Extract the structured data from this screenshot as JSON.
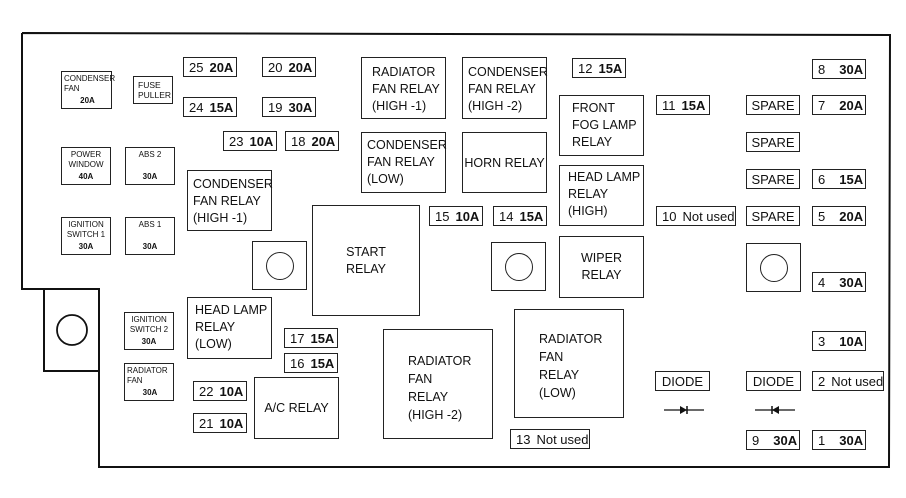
{
  "diagram": {
    "title": "Engine Compartment Fuse/Relay Box",
    "small_components": [
      {
        "id": "condenser-fan",
        "lines": [
          "CONDENSER",
          "FAN"
        ],
        "rating": "20A"
      },
      {
        "id": "fuse-puller",
        "lines": [
          "FUSE",
          "PULLER"
        ],
        "rating": ""
      },
      {
        "id": "power-window",
        "lines": [
          "POWER",
          "WINDOW"
        ],
        "rating": "40A"
      },
      {
        "id": "abs-2",
        "lines": [
          "ABS 2",
          ""
        ],
        "rating": "30A"
      },
      {
        "id": "ignition-switch-1",
        "lines": [
          "IGNITION",
          "SWITCH 1"
        ],
        "rating": "30A"
      },
      {
        "id": "abs-1",
        "lines": [
          "ABS 1",
          ""
        ],
        "rating": "30A"
      },
      {
        "id": "ignition-switch-2",
        "lines": [
          "IGNITION",
          "SWITCH 2"
        ],
        "rating": "30A"
      },
      {
        "id": "radiator-fan",
        "lines": [
          "RADIATOR",
          "FAN"
        ],
        "rating": "30A"
      }
    ],
    "fuses": [
      {
        "num": "25",
        "amp": "20A"
      },
      {
        "num": "20",
        "amp": "20A"
      },
      {
        "num": "24",
        "amp": "15A"
      },
      {
        "num": "19",
        "amp": "30A"
      },
      {
        "num": "23",
        "amp": "10A"
      },
      {
        "num": "18",
        "amp": "20A"
      },
      {
        "num": "12",
        "amp": "15A"
      },
      {
        "num": "11",
        "amp": "15A"
      },
      {
        "num": "15",
        "amp": "10A"
      },
      {
        "num": "14",
        "amp": "15A"
      },
      {
        "num": "10",
        "amp": "Not used"
      },
      {
        "num": "17",
        "amp": "15A"
      },
      {
        "num": "16",
        "amp": "15A"
      },
      {
        "num": "22",
        "amp": "10A"
      },
      {
        "num": "21",
        "amp": "10A"
      },
      {
        "num": "13",
        "amp": "Not used"
      },
      {
        "num": "8",
        "amp": "30A"
      },
      {
        "num": "7",
        "amp": "20A"
      },
      {
        "num": "6",
        "amp": "15A"
      },
      {
        "num": "5",
        "amp": "20A"
      },
      {
        "num": "4",
        "amp": "30A"
      },
      {
        "num": "3",
        "amp": "10A"
      },
      {
        "num": "2",
        "amp": "Not used"
      },
      {
        "num": "9",
        "amp": "30A"
      },
      {
        "num": "1",
        "amp": "30A"
      }
    ],
    "spares": [
      "SPARE",
      "SPARE",
      "SPARE",
      "SPARE"
    ],
    "relays": [
      {
        "id": "radiator-fan-relay-high-1",
        "lines": [
          "RADIATOR",
          "FAN RELAY",
          "(HIGH -1)"
        ]
      },
      {
        "id": "condenser-fan-relay-high-2",
        "lines": [
          "CONDENSER",
          "FAN RELAY",
          "(HIGH -2)"
        ]
      },
      {
        "id": "condenser-fan-relay-low",
        "lines": [
          "CONDENSER",
          "FAN RELAY",
          "(LOW)"
        ]
      },
      {
        "id": "horn-relay",
        "lines": [
          "HORN RELAY"
        ]
      },
      {
        "id": "front-fog-lamp-relay",
        "lines": [
          "FRONT",
          "FOG LAMP",
          "RELAY"
        ]
      },
      {
        "id": "head-lamp-relay-high",
        "lines": [
          "HEAD LAMP",
          "RELAY",
          "(HIGH)"
        ]
      },
      {
        "id": "condenser-fan-relay-high-1",
        "lines": [
          "CONDENSER",
          "FAN RELAY",
          "(HIGH -1)"
        ]
      },
      {
        "id": "start-relay",
        "lines": [
          "START",
          "RELAY"
        ]
      },
      {
        "id": "wiper-relay",
        "lines": [
          "WIPER",
          "RELAY"
        ]
      },
      {
        "id": "head-lamp-relay-low",
        "lines": [
          "HEAD LAMP",
          "RELAY",
          "(LOW)"
        ]
      },
      {
        "id": "ac-relay",
        "lines": [
          "A/C RELAY"
        ]
      },
      {
        "id": "radiator-fan-relay-high-2",
        "lines": [
          "RADIATOR",
          "FAN",
          "RELAY",
          "(HIGH -2)"
        ]
      },
      {
        "id": "radiator-fan-relay-low",
        "lines": [
          "RADIATOR",
          "FAN",
          "RELAY",
          "(LOW)"
        ]
      }
    ],
    "diodes": [
      {
        "label": "DIODE",
        "direction": "right"
      },
      {
        "label": "DIODE",
        "direction": "left"
      }
    ]
  }
}
